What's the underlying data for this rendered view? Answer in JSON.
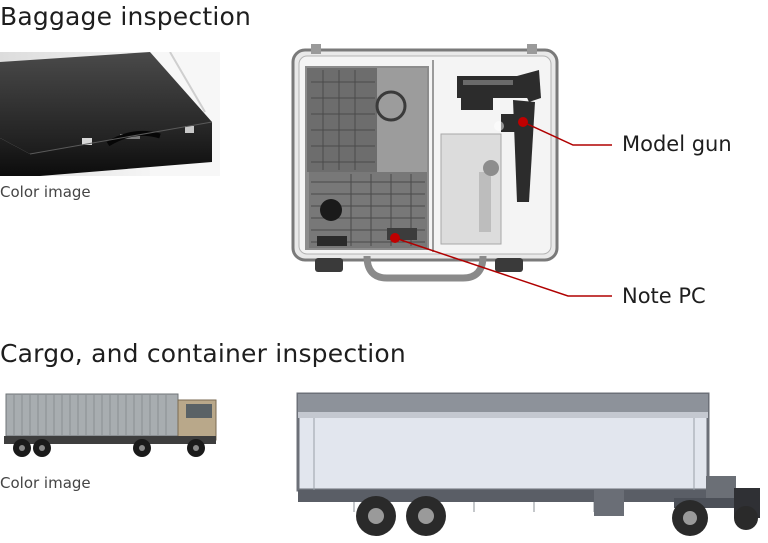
{
  "sections": {
    "baggage": {
      "title": "Baggage inspection",
      "color_caption": "Color image",
      "callouts": {
        "gun": "Model gun",
        "pc": "Note PC"
      }
    },
    "cargo": {
      "title": "Cargo, and container inspection",
      "color_caption": "Color image"
    }
  },
  "colors": {
    "callout_line": "#b00000"
  }
}
